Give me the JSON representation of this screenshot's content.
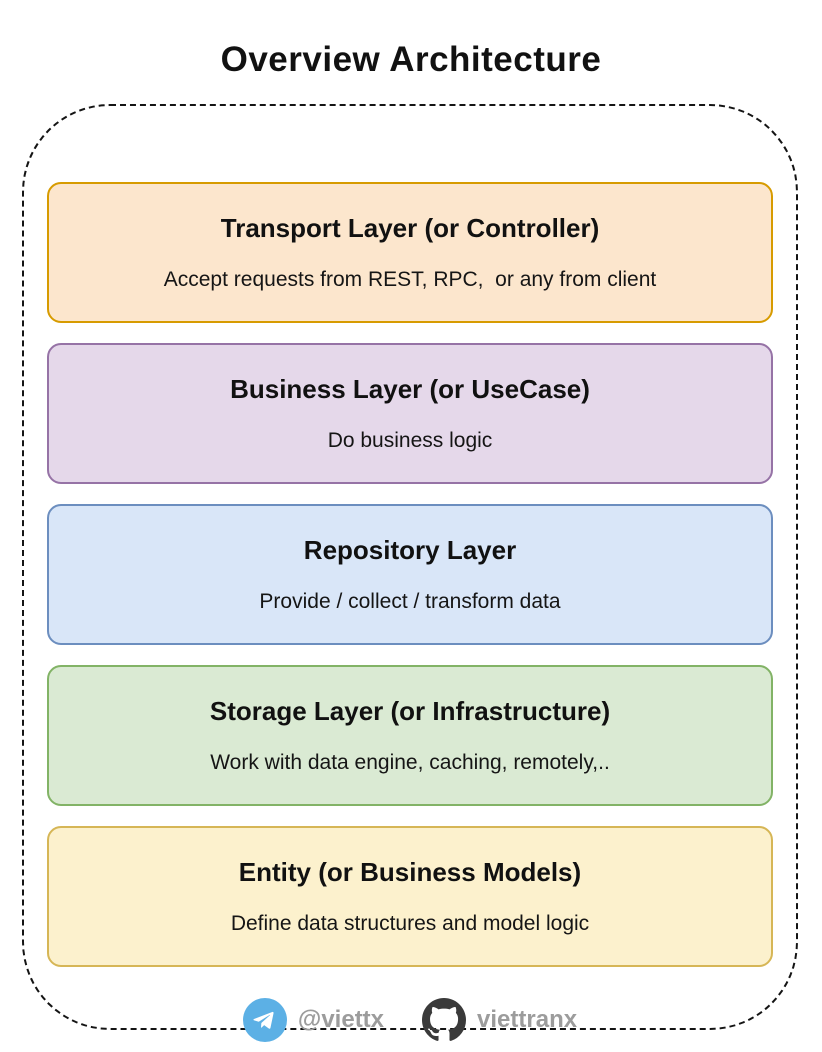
{
  "page": {
    "title": "Overview Architecture"
  },
  "layers": [
    {
      "title": "Transport Layer (or Controller)",
      "subtitle": "Accept requests from REST, RPC,  or any from client",
      "fill": "#FCE6CD",
      "border": "#D79B00"
    },
    {
      "title": "Business Layer (or UseCase)",
      "subtitle": "Do business logic",
      "fill": "#E5D8EA",
      "border": "#9673A6"
    },
    {
      "title": "Repository Layer",
      "subtitle": "Provide / collect / transform data",
      "fill": "#D9E6F8",
      "border": "#6C8EBF"
    },
    {
      "title": "Storage Layer (or Infrastructure)",
      "subtitle": "Work with data engine, caching, remotely,..",
      "fill": "#DAEAD3",
      "border": "#82B366"
    },
    {
      "title": "Entity (or Business Models)",
      "subtitle": "Define data structures and model logic",
      "fill": "#FCF1CD",
      "border": "#D6B656"
    }
  ],
  "footer": {
    "telegram_handle": "@viettx",
    "github_handle": "viettranx",
    "telegram_color": "#5CB0E5",
    "github_color": "#3A3A3A",
    "text_color": "#9C9C9C"
  }
}
